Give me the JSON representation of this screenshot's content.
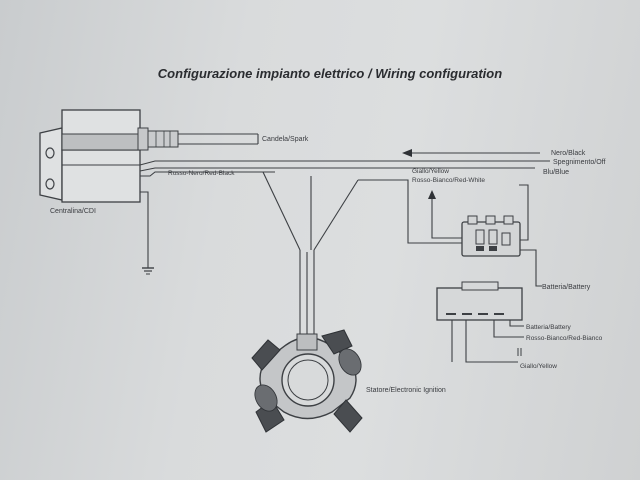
{
  "title": "Configurazione impianto elettrico / Wiring configuration",
  "labels": {
    "spark": "Candela/Spark",
    "black": "Nero/Black",
    "spegnimento": "Spegnimento/Off",
    "blu": "Blu/Blue",
    "giallo_top": "Giallo/Yellow",
    "rosso_bianco_top": "Rosso-Bianco/Red-White",
    "rosso_nero": "Rosso-Nero/Red-Black",
    "cdi": "Centralina/CDI",
    "battery_right": "Batteria/Battery",
    "battery_small": "Batteria/Battery",
    "rosso_bianco_small": "Rosso-Bianco/Red-Bianco",
    "giallo_small": "Giallo/Yellow",
    "stator": "Statore/Electronic Ignition"
  }
}
